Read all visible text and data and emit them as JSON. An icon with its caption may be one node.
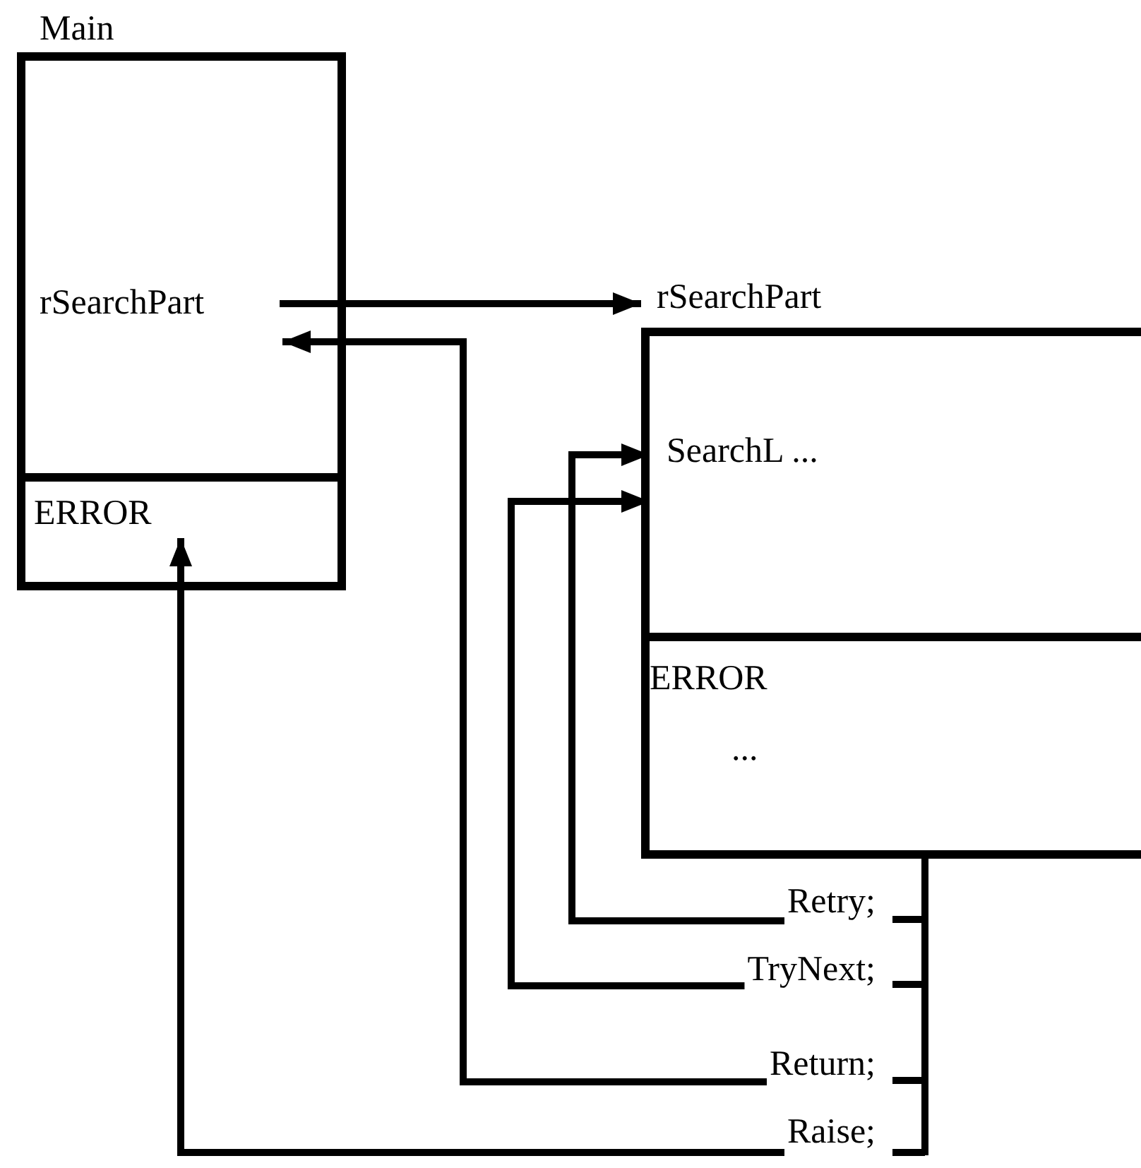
{
  "diagram": {
    "nodes": [
      {
        "text": [
          "Main"
        ]
      },
      {
        "text": [
          "rSearchPart"
        ],
        "in": 0
      },
      {
        "text": [
          "ERROR"
        ],
        "in": 0
      },
      {
        "text": [
          "rSearchPart"
        ]
      },
      {
        "text": [
          "SearchL ..."
        ],
        "in": 3
      },
      {
        "text": [
          "ERROR",
          "..."
        ],
        "in": 3
      },
      {
        "text": [
          "Retry;"
        ]
      },
      {
        "text": [
          "TryNext;"
        ]
      },
      {
        "text": [
          "Return;"
        ]
      },
      {
        "text": [
          "Raise;"
        ]
      }
    ],
    "edges": [
      {
        "from": 1,
        "to": 3,
        "arrow": "to"
      },
      {
        "from": 6,
        "to": 4,
        "arrow": "to"
      },
      {
        "from": 7,
        "to": 4,
        "arrow": "to"
      },
      {
        "from": 8,
        "to": 1,
        "arrow": "to"
      },
      {
        "from": 9,
        "to": 2,
        "arrow": "to"
      }
    ]
  }
}
